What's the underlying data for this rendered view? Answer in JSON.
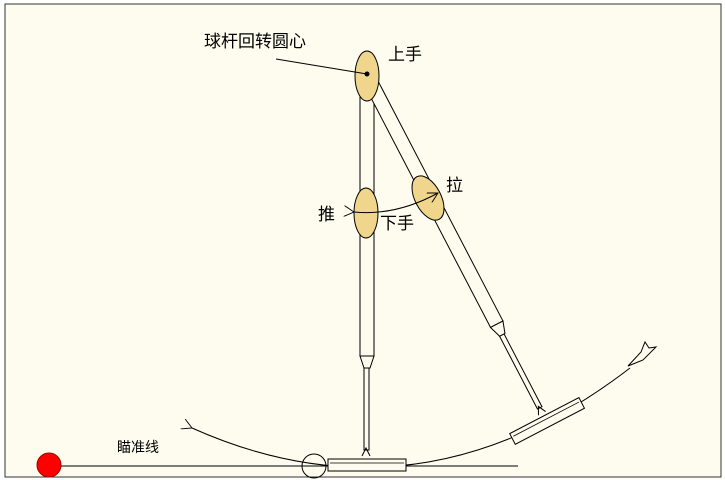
{
  "labels": {
    "pivot": "球杆回转圆心",
    "upper_hand": "上手",
    "pull": "拉",
    "push": "推",
    "lower_hand": "下手",
    "aim_line": "瞄准线"
  },
  "colors": {
    "background": "#fdfcef",
    "frame": "#333333",
    "hand": "#f0d68c",
    "ball": "#ff0000",
    "stroke": "#000000"
  }
}
